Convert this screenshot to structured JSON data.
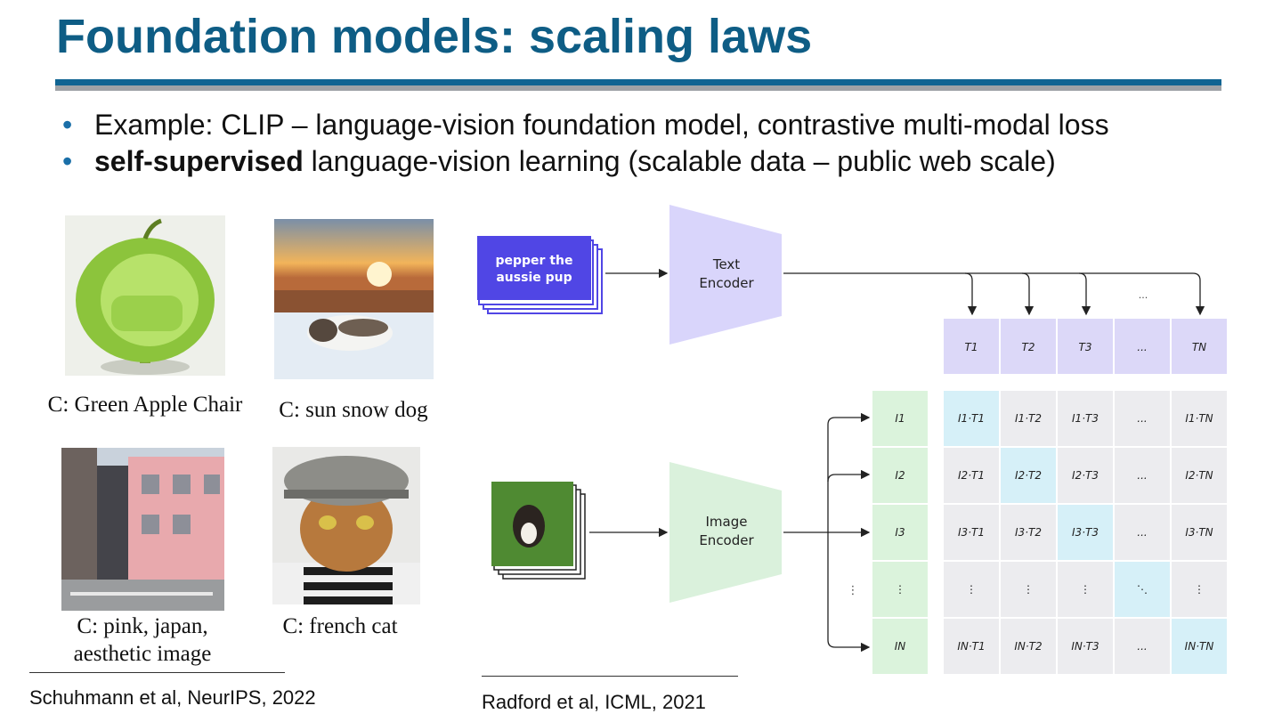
{
  "slide": {
    "title": "Foundation models: scaling laws",
    "bullets": [
      {
        "prefix": "",
        "bold": "",
        "text": "Example: CLIP – language-vision foundation model, contrastive multi-modal loss"
      },
      {
        "prefix": "",
        "bold": "self-supervised",
        "text": " language-vision learning (scalable data – public web scale)"
      }
    ],
    "bullet_icon": "bullet-dot",
    "accent_color": "#0e5d85",
    "examples": [
      {
        "caption": "C: Green Apple Chair"
      },
      {
        "caption": "C: sun snow dog"
      },
      {
        "caption_line1": "C: pink, japan,",
        "caption_line2": "aesthetic image"
      },
      {
        "caption": "C: french cat"
      }
    ],
    "references": {
      "left": "Schuhmann et al, NeurIPS, 2022",
      "right": "Radford et al, ICML, 2021"
    }
  },
  "diagram": {
    "text_input_line1": "pepper the",
    "text_input_line2": "aussie pup",
    "text_encoder_line1": "Text",
    "text_encoder_line2": "Encoder",
    "image_encoder_line1": "Image",
    "image_encoder_line2": "Encoder",
    "ellipsis": "...",
    "vertical_ellipsis": "⋮",
    "diagonal_ellipsis": "⋱",
    "text_features": [
      "T1",
      "T2",
      "T3",
      "...",
      "TN"
    ],
    "image_features": [
      "I1",
      "I2",
      "I3",
      "⋮",
      "IN"
    ],
    "matrix": [
      [
        "I1·T1",
        "I1·T2",
        "I1·T3",
        "...",
        "I1·TN"
      ],
      [
        "I2·T1",
        "I2·T2",
        "I2·T3",
        "...",
        "I2·TN"
      ],
      [
        "I3·T1",
        "I3·T2",
        "I3·T3",
        "...",
        "I3·TN"
      ],
      [
        "⋮",
        "⋮",
        "⋮",
        "⋱",
        "⋮"
      ],
      [
        "IN·T1",
        "IN·T2",
        "IN·T3",
        "...",
        "IN·TN"
      ]
    ],
    "colors": {
      "text_input": "#5046e5",
      "text_encoder": "#d9d5fb",
      "image_encoder": "#daf1dc",
      "text_feature": "#dcd8f8",
      "image_feature": "#dbf3dc",
      "cell": "#ececef",
      "diagonal": "#d6f0f8"
    }
  }
}
